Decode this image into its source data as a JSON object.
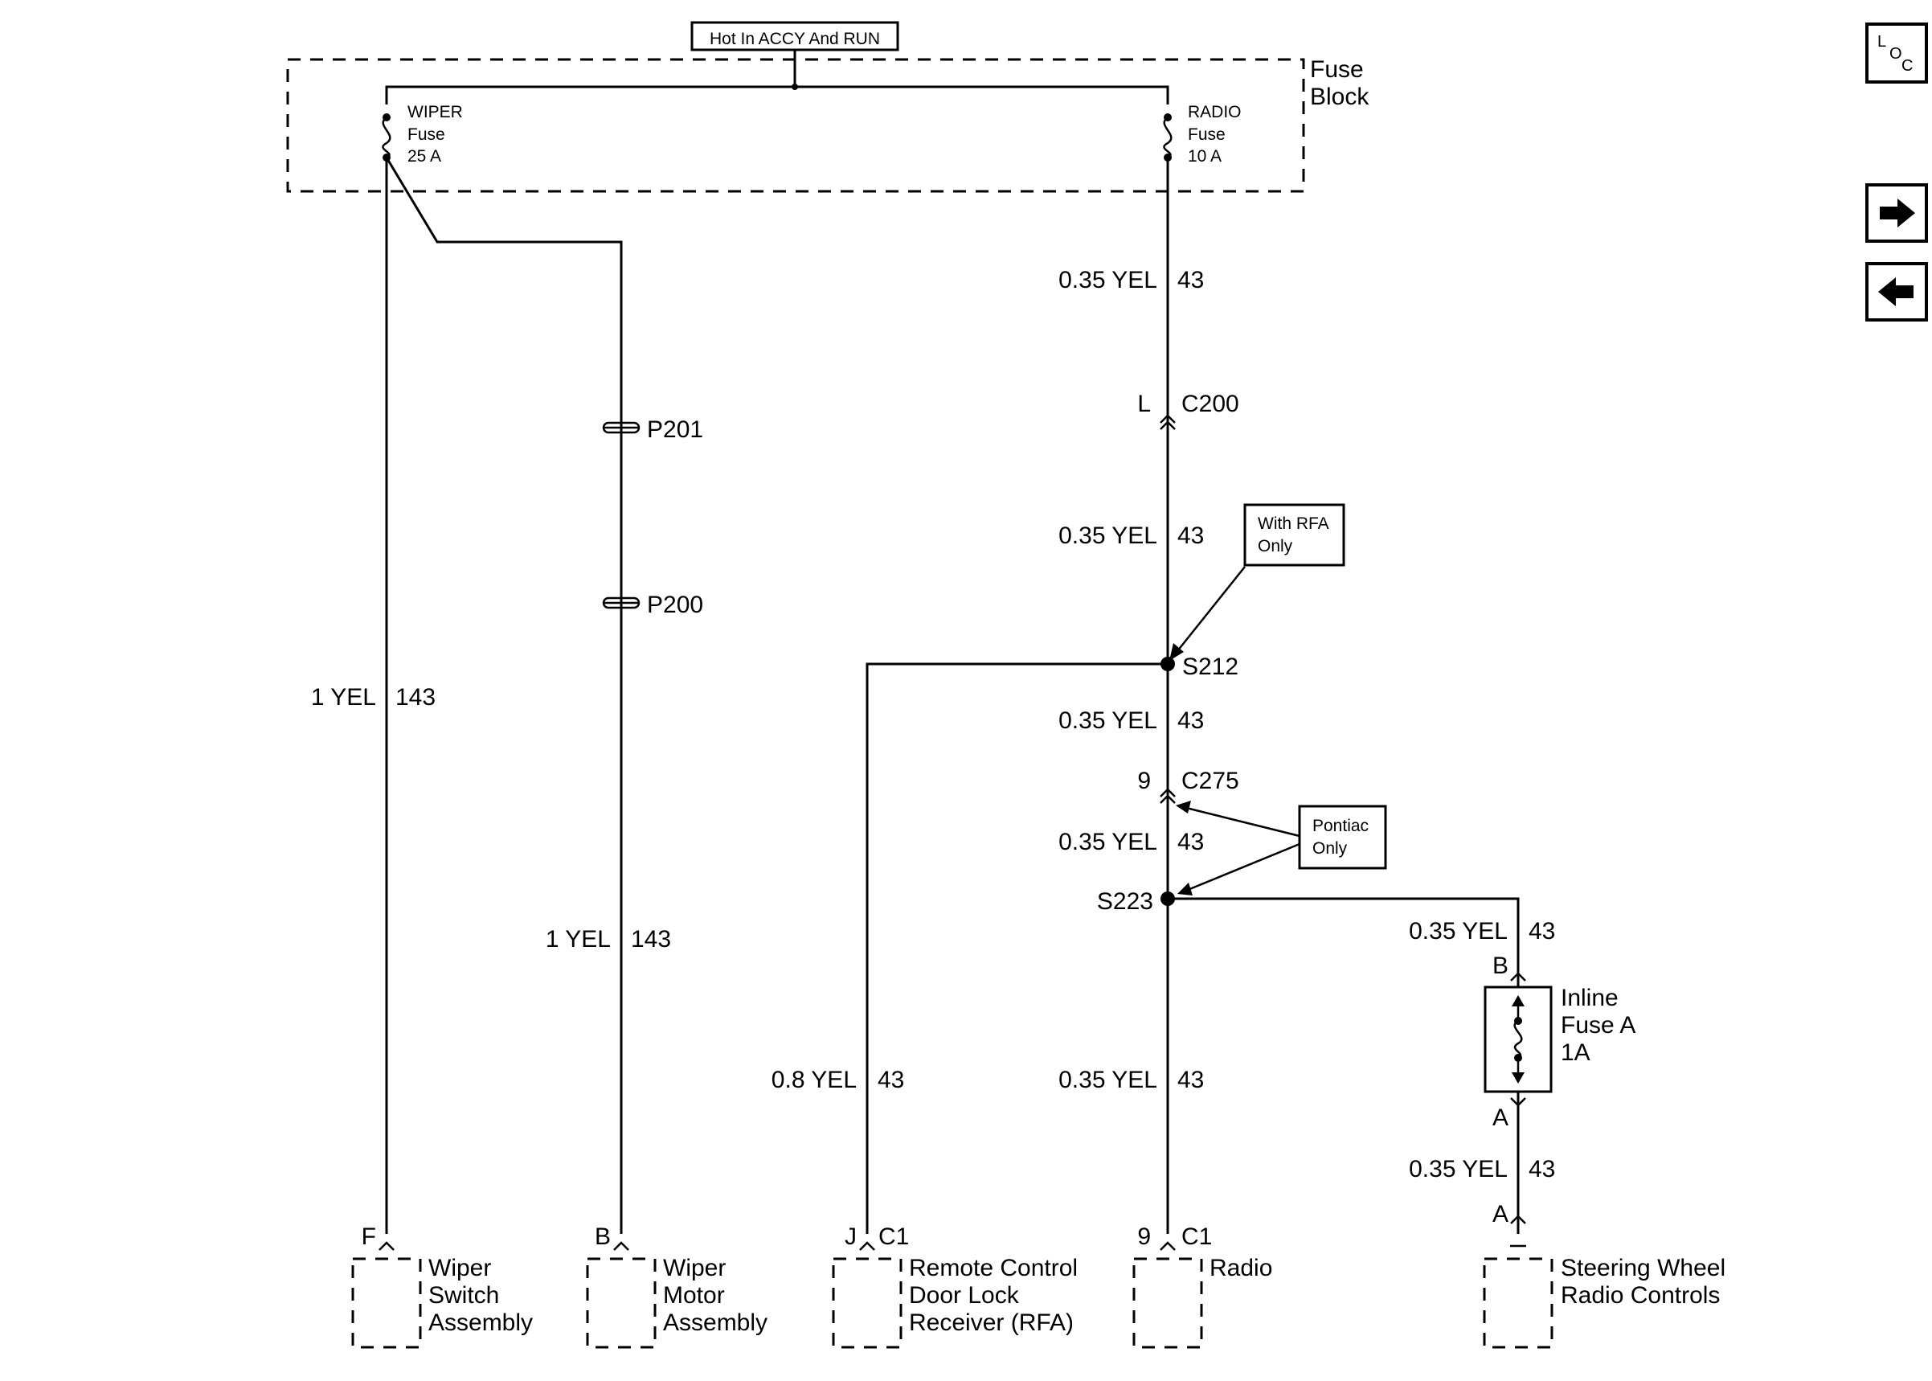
{
  "header": {
    "supply_label": "Hot In ACCY And RUN",
    "fuse_block_label": [
      "Fuse",
      "Block"
    ]
  },
  "fuses": {
    "wiper": [
      "WIPER",
      "Fuse",
      "25 A"
    ],
    "radio": [
      "RADIO",
      "Fuse",
      "10 A"
    ],
    "inline": [
      "Inline",
      "Fuse A",
      "1A"
    ]
  },
  "wires": {
    "radio_top": {
      "gauge_color": "0.35 YEL",
      "circuit": "43"
    },
    "radio_mid": {
      "gauge_color": "0.35 YEL",
      "circuit": "43"
    },
    "radio_s212": {
      "gauge_color": "0.35 YEL",
      "circuit": "43"
    },
    "radio_c275": {
      "gauge_color": "0.35 YEL",
      "circuit": "43"
    },
    "radio_bottom": {
      "gauge_color": "0.35 YEL",
      "circuit": "43"
    },
    "rfa_branch": {
      "gauge_color": "0.8 YEL",
      "circuit": "43"
    },
    "wiper_switch": {
      "gauge_color": "1 YEL",
      "circuit": "143"
    },
    "wiper_motor": {
      "gauge_color": "1 YEL",
      "circuit": "143"
    },
    "steering_upper": {
      "gauge_color": "0.35 YEL",
      "circuit": "43"
    },
    "steering_lower": {
      "gauge_color": "0.35 YEL",
      "circuit": "43"
    }
  },
  "connectors": {
    "c200": {
      "pin": "L",
      "name": "C200"
    },
    "c275": {
      "pin": "9",
      "name": "C275"
    },
    "p201": "P201",
    "p200": "P200",
    "inline_b": "B",
    "inline_a": "A",
    "steering_a": "A"
  },
  "splices": {
    "s212": "S212",
    "s223": "S223"
  },
  "notes": {
    "rfa": [
      "With RFA",
      "Only"
    ],
    "pontiac": [
      "Pontiac",
      "Only"
    ]
  },
  "components": [
    {
      "pin": "F",
      "conn": "",
      "lines": [
        "Wiper",
        "Switch",
        "Assembly"
      ]
    },
    {
      "pin": "B",
      "conn": "",
      "lines": [
        "Wiper",
        "Motor",
        "Assembly"
      ]
    },
    {
      "pin": "J",
      "conn": "C1",
      "lines": [
        "Remote Control",
        "Door Lock",
        "Receiver (RFA)"
      ]
    },
    {
      "pin": "9",
      "conn": "C1",
      "lines": [
        "Radio"
      ]
    },
    {
      "pin": "",
      "conn": "",
      "lines": [
        "Steering Wheel",
        "Radio Controls"
      ]
    }
  ],
  "nav": {
    "loc": {
      "L": "L",
      "O": "O",
      "C": "C"
    },
    "forward_icon": "arrow-right-icon",
    "back_icon": "arrow-left-icon"
  }
}
